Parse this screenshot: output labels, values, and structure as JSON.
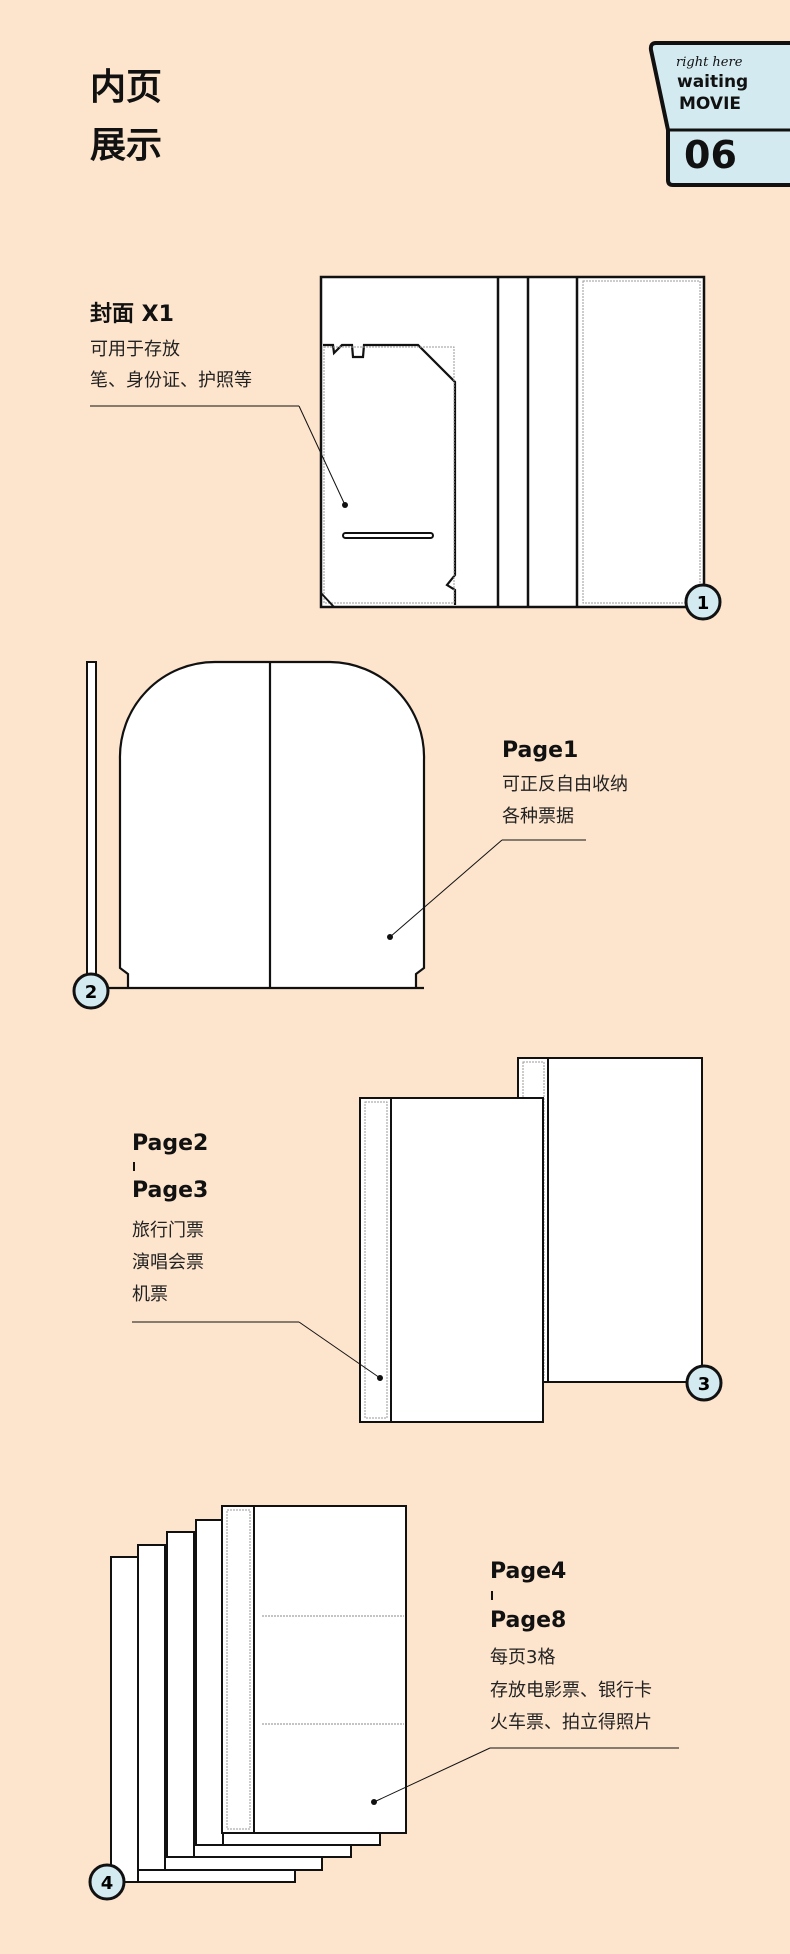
{
  "header": {
    "title_line1": "内页",
    "title_line2": "展示"
  },
  "badge": {
    "script": "right here",
    "line1": "waiting",
    "line2": "MOVIE",
    "number": "06"
  },
  "sections": [
    {
      "number": "1",
      "heading": "封面 X1",
      "lines": [
        "可用于存放",
        "笔、身份证、护照等"
      ]
    },
    {
      "number": "2",
      "heading": "Page1",
      "lines": [
        "可正反自由收纳",
        "各种票据"
      ]
    },
    {
      "number": "3",
      "heading_top": "Page2",
      "heading_bottom": "Page3",
      "lines": [
        "旅行门票",
        "演唱会票",
        "机票"
      ]
    },
    {
      "number": "4",
      "heading_top": "Page4",
      "heading_bottom": "Page8",
      "lines": [
        "每页3格",
        "存放电影票、银行卡",
        "火车票、拍立得照片"
      ]
    }
  ],
  "colors": {
    "background": "#fde4cd",
    "accent": "#d3eaf0",
    "stroke": "#111111"
  }
}
